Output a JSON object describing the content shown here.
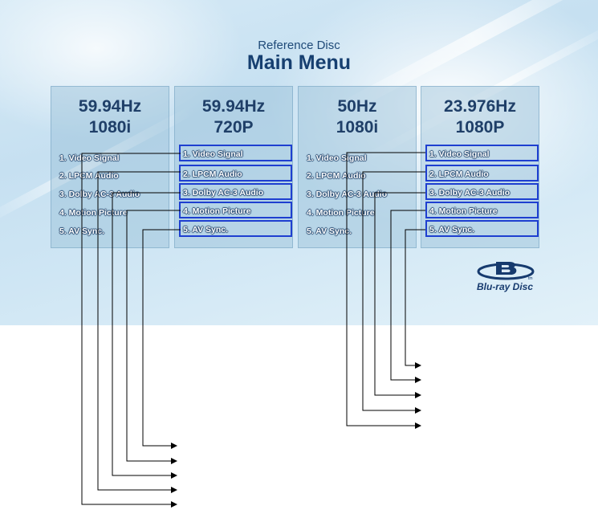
{
  "header": {
    "subtitle": "Reference Disc",
    "title": "Main Menu"
  },
  "columns": [
    {
      "freq": "59.94Hz",
      "res": "1080i",
      "items": [
        "1. Video Signal",
        "2. LPCM Audio",
        "3. Dolby AC-3 Audio",
        "4. Motion Picture",
        "5. AV Sync."
      ]
    },
    {
      "freq": "59.94Hz",
      "res": "720P",
      "items": [
        "1. Video Signal",
        "2. LPCM Audio",
        "3. Dolby AC-3 Audio",
        "4. Motion Picture",
        "5. AV Sync."
      ]
    },
    {
      "freq": "50Hz",
      "res": "1080i",
      "items": [
        "1. Video Signal",
        "2. LPCM Audio",
        "3. Dolby AC-3 Audio",
        "4. Motion Picture",
        "5. AV Sync."
      ]
    },
    {
      "freq": "23.976Hz",
      "res": "1080P",
      "items": [
        "1. Video Signal",
        "2. LPCM Audio",
        "3. Dolby AC-3 Audio",
        "4. Motion Picture",
        "5. AV Sync."
      ]
    }
  ],
  "logo": {
    "text": "Blu-ray Disc",
    "mark": "tm"
  },
  "colors": {
    "highlight_border": "#1e3fd0",
    "title": "#163f70",
    "connector": "#000000"
  }
}
